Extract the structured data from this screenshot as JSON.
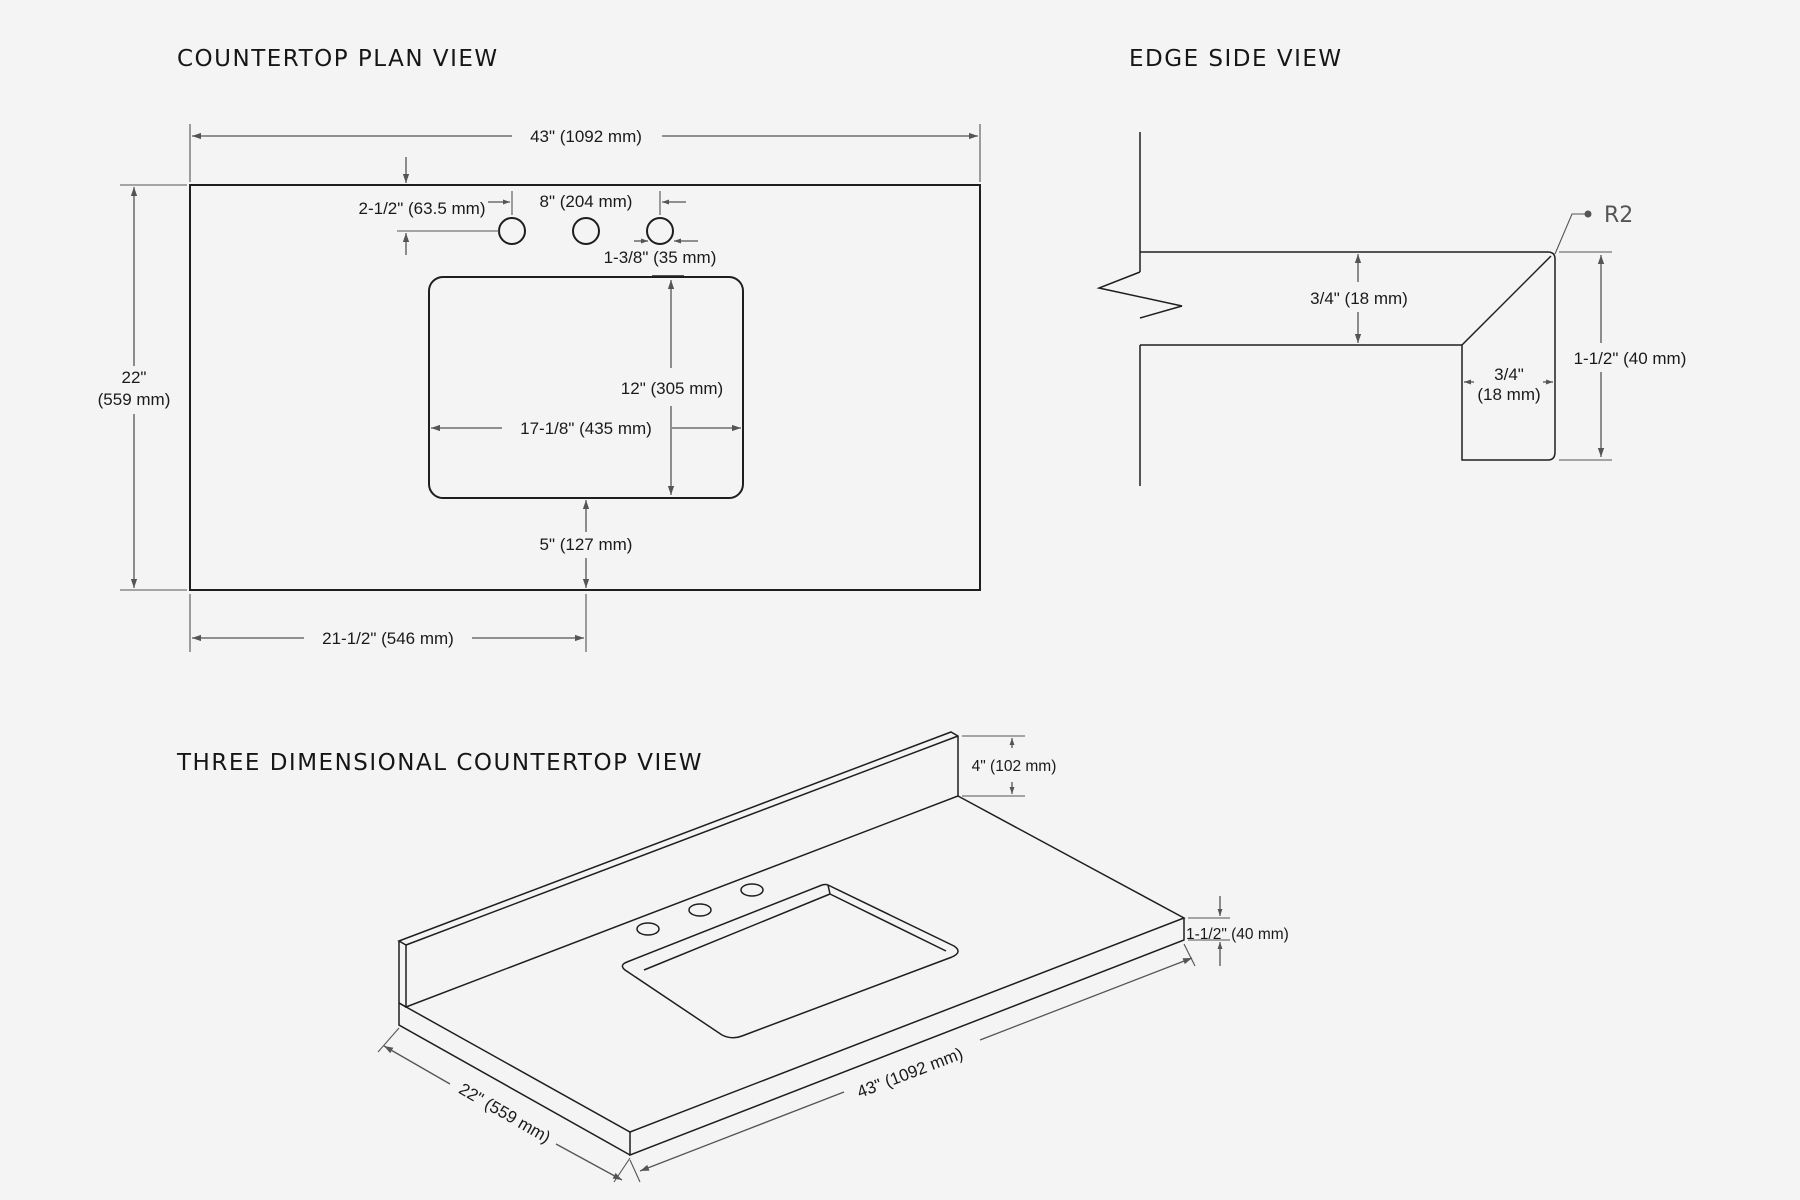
{
  "titles": {
    "plan": "COUNTERTOP PLAN VIEW",
    "edge": "EDGE SIDE VIEW",
    "three_d": "THREE DIMENSIONAL COUNTERTOP VIEW"
  },
  "plan": {
    "overall_width": "43\" (1092 mm)",
    "overall_depth_in": "22\"",
    "overall_depth_mm": "(559 mm)",
    "faucet_setback": "2-1/2\" (63.5 mm)",
    "faucet_spread": "8\" (204 mm)",
    "hole_to_bowl": "1-3/8\" (35 mm)",
    "bowl_depth": "12\" (305 mm)",
    "bowl_width": "17-1/8\" (435 mm)",
    "bowl_to_front": "5\" (127 mm)",
    "center_offset": "21-1/2\" (546 mm)"
  },
  "edge": {
    "top_thickness": "3/4\" (18 mm)",
    "apron_thickness_in": "3/4\"",
    "apron_thickness_mm": "(18 mm)",
    "total_height": "1-1/2\" (40 mm)",
    "radius": "R2"
  },
  "three_d": {
    "backsplash_height": "4\" (102 mm)",
    "edge_height": "1-1/2\" (40 mm)",
    "width": "43\" (1092 mm)",
    "depth": "22\" (559 mm)"
  }
}
